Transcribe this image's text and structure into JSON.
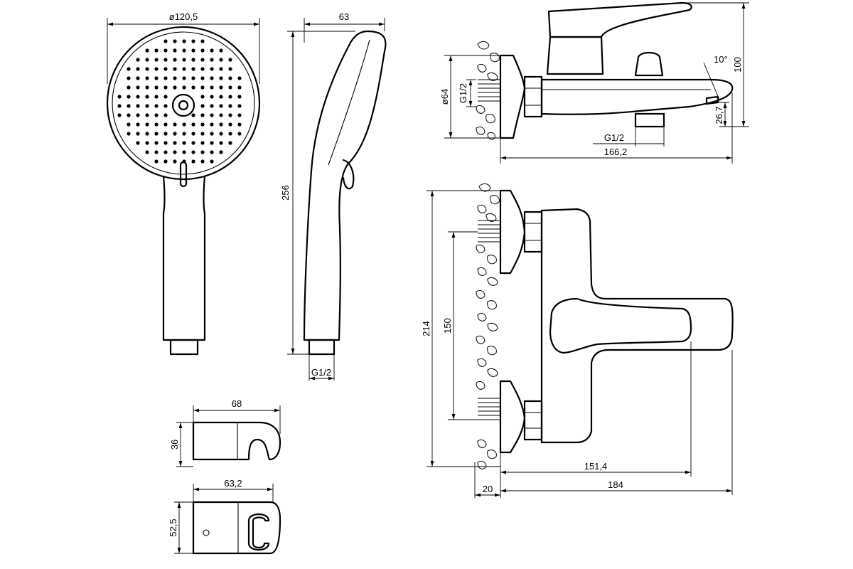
{
  "dimensions": {
    "head_diameter": "ø120,5",
    "head_depth": "63",
    "handle_length": "256",
    "handle_thread": "G1/2",
    "holder_width": "68",
    "holder_height": "36",
    "bracket_width": "63,2",
    "bracket_height": "52,5",
    "mixer_flange_diameter": "ø64",
    "mixer_inlet_thread": "G1/2",
    "mixer_outlet_thread": "G1/2",
    "mixer_spout_length": "166,2",
    "mixer_spout_angle": "10°",
    "mixer_height": "100",
    "mixer_outlet_height": "26,7",
    "mixer_front_height": "214",
    "mixer_inlet_spacing": "150",
    "mixer_projection": "151,4",
    "mixer_depth": "184",
    "mixer_wall_offset": "20"
  }
}
